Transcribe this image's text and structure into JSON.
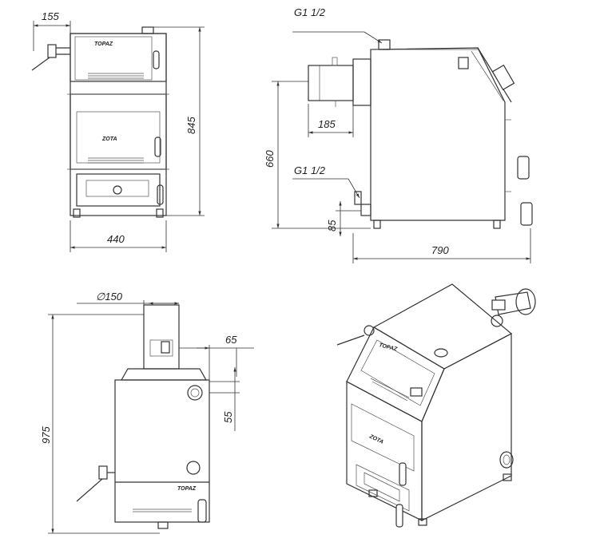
{
  "dimensions": {
    "handle_offset": "155",
    "height_front": "845",
    "width_front": "440",
    "thread_top": "G1 1/2",
    "pipe_length": "185",
    "height_side": "660",
    "thread_bottom": "G1 1/2",
    "bottom_offset": "85",
    "depth": "790",
    "flue_diameter": "∅150",
    "offset_65": "65",
    "offset_55": "55",
    "total_height": "975"
  },
  "brand": {
    "logo": "ZOTA",
    "model": "TOPAZ"
  }
}
